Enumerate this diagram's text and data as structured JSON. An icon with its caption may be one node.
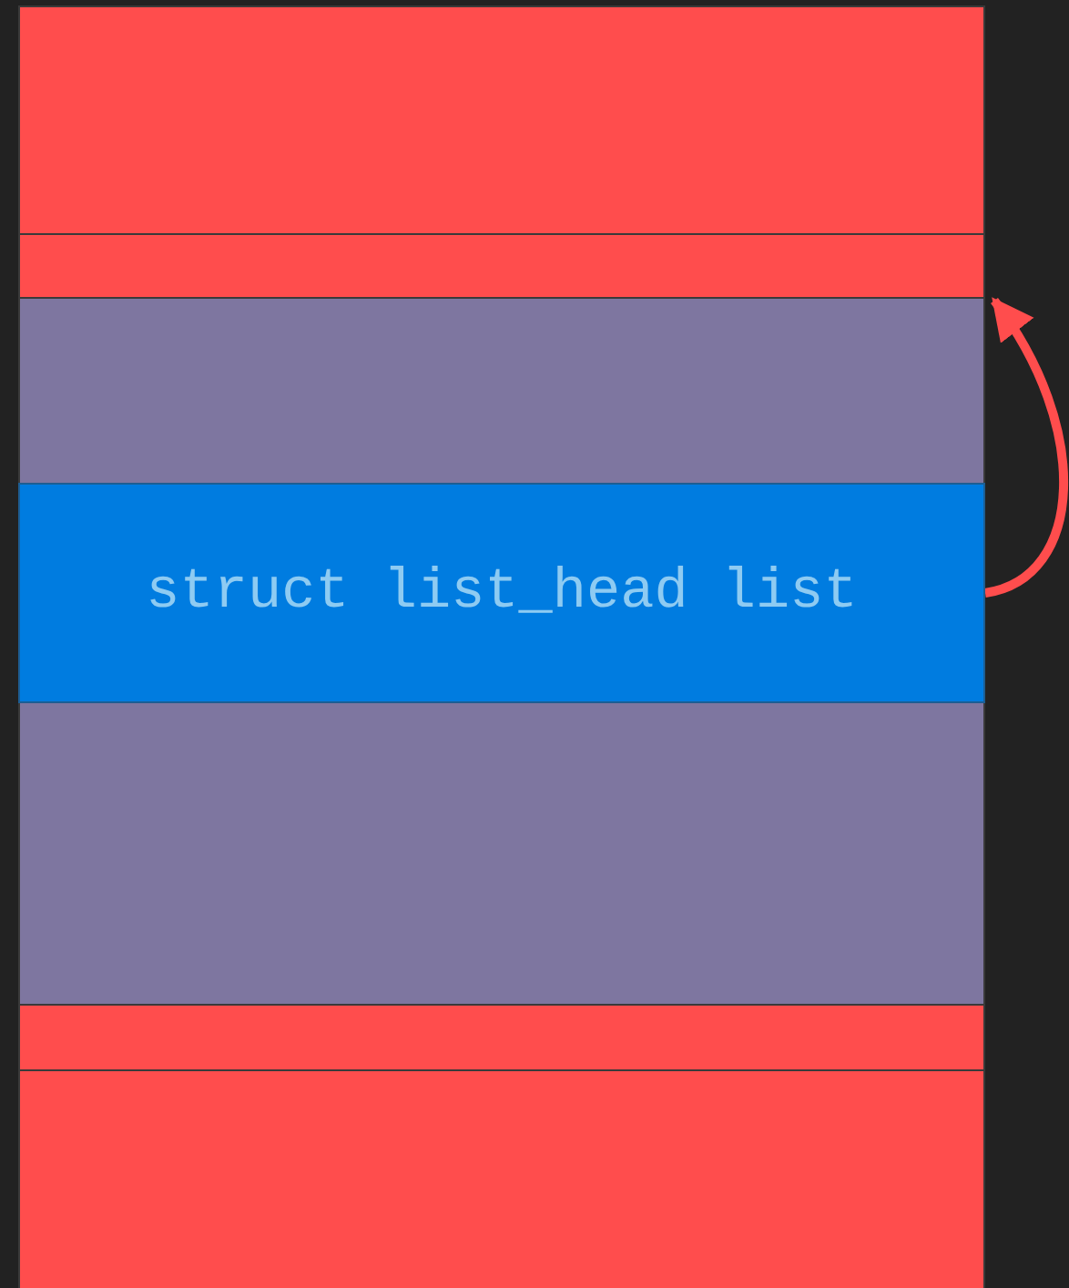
{
  "diagram": {
    "nodes": [
      {
        "text": [],
        "shape": "box"
      },
      {
        "text": [],
        "shape": "box"
      },
      {
        "text": [],
        "shape": "box"
      },
      {
        "text": [
          "struct list_head list"
        ],
        "in": 2
      },
      {
        "text": [],
        "shape": "box"
      },
      {
        "text": [],
        "shape": "box"
      }
    ],
    "edges": [
      {
        "from": 3,
        "to": 2,
        "arrow": "to"
      }
    ]
  }
}
